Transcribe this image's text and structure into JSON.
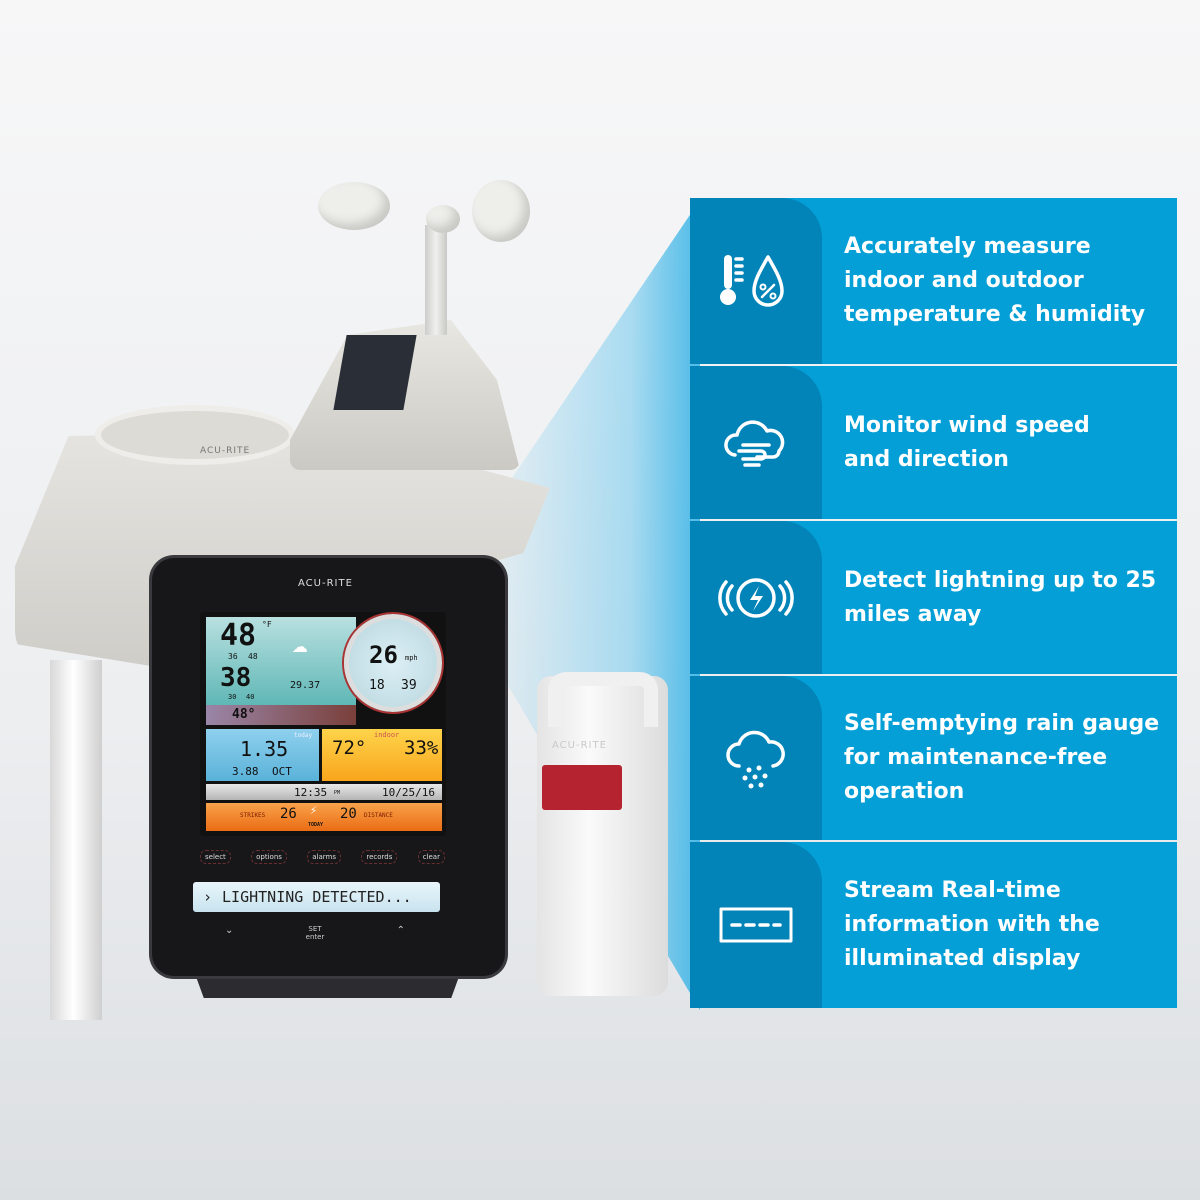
{
  "brand": {
    "logo_text": "ACU-RITE"
  },
  "colors": {
    "panel": "#039fd6",
    "icon_area": "#0284b8",
    "text": "#ffffff"
  },
  "features": [
    {
      "icon": "thermometer-humidity-icon",
      "lines": [
        "Accurately measure",
        "indoor and outdoor",
        "temperature & humidity"
      ]
    },
    {
      "icon": "wind-cloud-icon",
      "lines": [
        "Monitor wind speed",
        "and direction"
      ]
    },
    {
      "icon": "lightning-icon",
      "lines": [
        "Detect lightning up to 25",
        "miles away"
      ]
    },
    {
      "icon": "rain-cloud-icon",
      "lines": [
        "Self-emptying rain gauge",
        "for maintenance-free",
        "operation"
      ]
    },
    {
      "icon": "display-icon",
      "lines": [
        "Stream Real-time",
        "information with the",
        "illuminated display"
      ]
    }
  ],
  "display": {
    "outdoor_temp": "48",
    "temp_unit": "°F",
    "temp_low": "36",
    "temp_high": "48",
    "humidity": "38",
    "humidity_low": "30",
    "humidity_high": "40",
    "pressure": "29.37",
    "feels_like": "48°",
    "wind_speed": "26",
    "wind_unit": "mph",
    "wind_avg": "18",
    "wind_gust": "39",
    "rain_today": "1.35",
    "rain_today_label": "today",
    "rain_month": "3.88",
    "rain_month_label": "OCT",
    "indoor_label": "indoor",
    "indoor_temp": "72°",
    "indoor_humidity": "33%",
    "time": "12:35",
    "time_suffix": "PM",
    "date": "10/25/16",
    "strikes_label": "STRIKES",
    "strikes": "26",
    "distance": "20",
    "distance_label": "DISTANCE",
    "today_label": "TODAY",
    "buttons": [
      "select",
      "options",
      "alarms",
      "records",
      "clear"
    ],
    "message": "LIGHTNING DETECTED...",
    "message_arrow": "›",
    "set_label": "SET",
    "enter_label": "enter",
    "down": "⌄",
    "up": "⌃"
  }
}
